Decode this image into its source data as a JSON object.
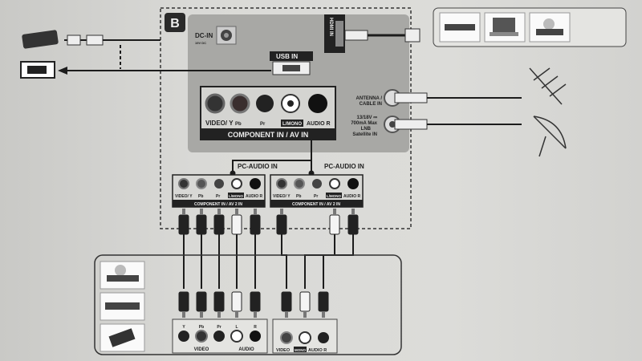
{
  "panel": {
    "badge": "B",
    "dc_in": "DC-IN",
    "dc_in_sub": "19V DC",
    "usb_in": "USB IN",
    "hdmi_in": "HDMI IN",
    "antenna": [
      "ANTENNA /",
      "CABLE IN"
    ],
    "satellite": [
      "13/18V ⎓",
      "700mA Max",
      "LNB",
      "Satellite IN"
    ]
  },
  "component_main": {
    "jacks": [
      "VIDEO/ Y",
      "Pb",
      "Pr",
      "L/MONO",
      "AUDIO R"
    ],
    "title": "COMPONENT IN / AV IN"
  },
  "component_sub": [
    {
      "pc_audio": "PC-AUDIO IN",
      "jacks": [
        "VIDEO/ Y",
        "Pb",
        "Pr",
        "L/MONO",
        "AUDIO R"
      ],
      "title": "COMPONENT IN / AV 2 IN"
    },
    {
      "pc_audio": "PC-AUDIO IN",
      "jacks": [
        "VIDEO/ Y",
        "Pb",
        "Pr",
        "L/MONO",
        "AUDIO R"
      ],
      "title": "COMPONENT IN / AV 2 IN"
    }
  ],
  "device_component": {
    "jacks": [
      "Y",
      "Pb",
      "Pr",
      "L",
      "R"
    ],
    "video_label": "VIDEO",
    "audio_label": "AUDIO"
  },
  "device_av": {
    "video_label": "VIDEO",
    "mono_label": "MONO",
    "audio_label": "AUDIO R"
  },
  "colors": {
    "panel": "#a8a8a5",
    "cable": "#1c1c1c",
    "paper": "#d8d8d5"
  }
}
